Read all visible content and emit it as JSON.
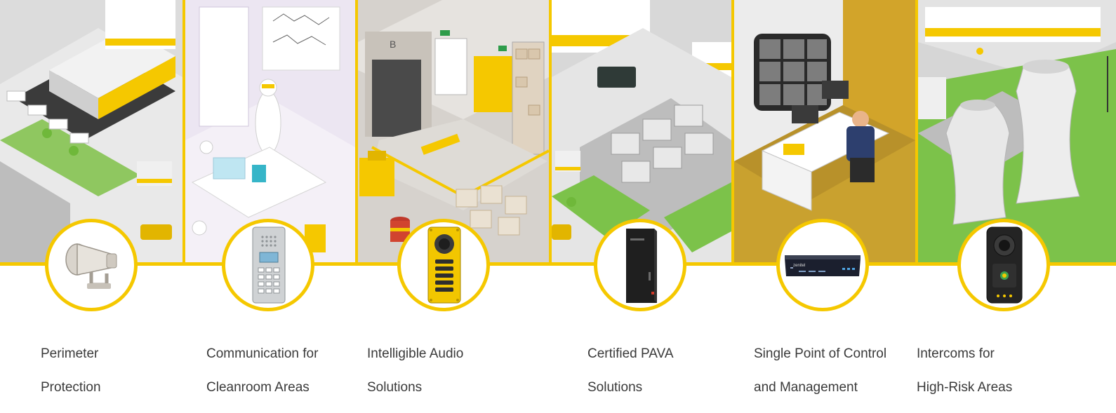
{
  "colors": {
    "accent_yellow": "#f5c800",
    "caption_text": "#3a3a3a",
    "panel_gray": "#d9d9d9",
    "panel_lilac": "#e9e1f0",
    "panel_concrete": "#d8d5d1",
    "panel_green": "#7cc24a"
  },
  "panels": [
    {
      "id": "perimeter",
      "icon": "horn-speaker-icon",
      "caption_line1": "Perimeter",
      "caption_line2": "Protection"
    },
    {
      "id": "cleanroom",
      "icon": "cleanroom-intercom-icon",
      "caption_line1": "Communication for",
      "caption_line2": "Cleanroom Areas"
    },
    {
      "id": "audio",
      "icon": "yellow-intercom-icon",
      "caption_line1": "Intelligible Audio",
      "caption_line2": "Solutions"
    },
    {
      "id": "pava",
      "icon": "pava-cabinet-icon",
      "caption_line1": "Certified PAVA",
      "caption_line2": "Solutions"
    },
    {
      "id": "control",
      "icon": "control-server-icon",
      "caption_line1": "Single Point of Control",
      "caption_line2": "and Management"
    },
    {
      "id": "highrisk",
      "icon": "rugged-intercom-icon",
      "caption_line1": "Intercoms for",
      "caption_line2": "High-Risk Areas"
    }
  ],
  "server_brand": "zenitel"
}
